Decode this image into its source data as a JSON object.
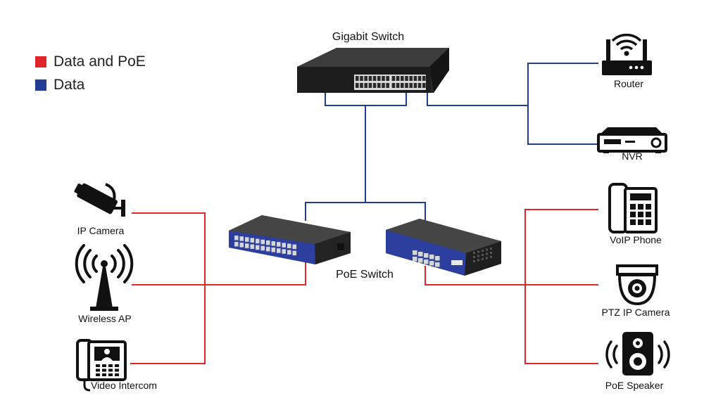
{
  "colors": {
    "data_poe": "#e0262b",
    "data": "#1f3d94",
    "device_dark": "#1c1c1c",
    "device_blue": "#2c3f9e"
  },
  "legend": [
    {
      "label": "Data and PoE",
      "color": "#e0262b"
    },
    {
      "label": "Data",
      "color": "#1f3d94"
    }
  ],
  "devices": {
    "gigabit_switch": "Gigabit Switch",
    "poe_switch": "PoE Switch",
    "router": "Router",
    "nvr": "NVR",
    "ip_camera": "IP Camera",
    "wireless_ap": "Wireless AP",
    "video_intercom": "Video Intercom",
    "voip_phone": "VoIP Phone",
    "ptz_ip_camera": "PTZ IP Camera",
    "poe_speaker": "PoE Speaker"
  },
  "icons": {
    "router": "router-icon",
    "nvr": "nvr-icon",
    "ip_camera": "security-camera-icon",
    "wireless_ap": "antenna-icon",
    "video_intercom": "intercom-icon",
    "voip_phone": "phone-icon",
    "ptz_ip_camera": "dome-camera-icon",
    "poe_speaker": "speaker-icon"
  }
}
